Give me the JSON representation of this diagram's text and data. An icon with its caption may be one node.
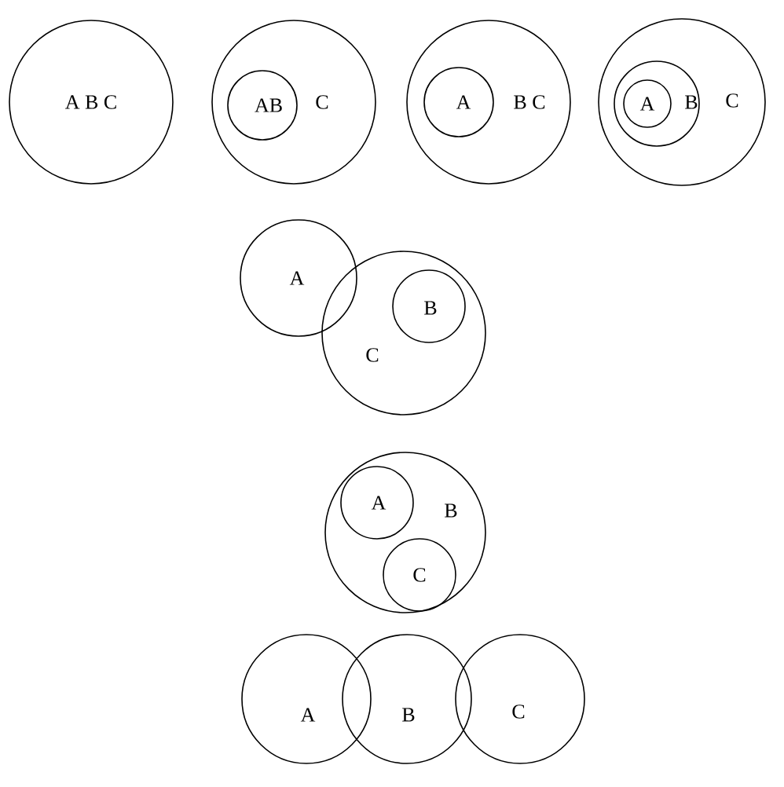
{
  "diagram": {
    "nodes": [
      {
        "text": [
          "A B C"
        ]
      },
      {
        "text": [
          "C"
        ]
      },
      {
        "text": [
          "AB"
        ],
        "in": 1
      },
      {
        "text": [
          "B C"
        ]
      },
      {
        "text": [
          "A"
        ],
        "in": 3
      },
      {
        "text": [
          "C"
        ]
      },
      {
        "text": [
          "B"
        ],
        "in": 5
      },
      {
        "text": [
          "A"
        ],
        "in": 6
      },
      {
        "text": [
          "A"
        ]
      },
      {
        "text": [
          "C"
        ]
      },
      {
        "text": [
          "B"
        ],
        "in": 9
      },
      {
        "text": [
          "B"
        ]
      },
      {
        "text": [
          "A"
        ],
        "in": 11
      },
      {
        "text": [
          "C"
        ],
        "in": 11
      },
      {
        "text": [
          "A"
        ]
      },
      {
        "text": [
          "B"
        ]
      },
      {
        "text": [
          "C"
        ]
      }
    ]
  }
}
